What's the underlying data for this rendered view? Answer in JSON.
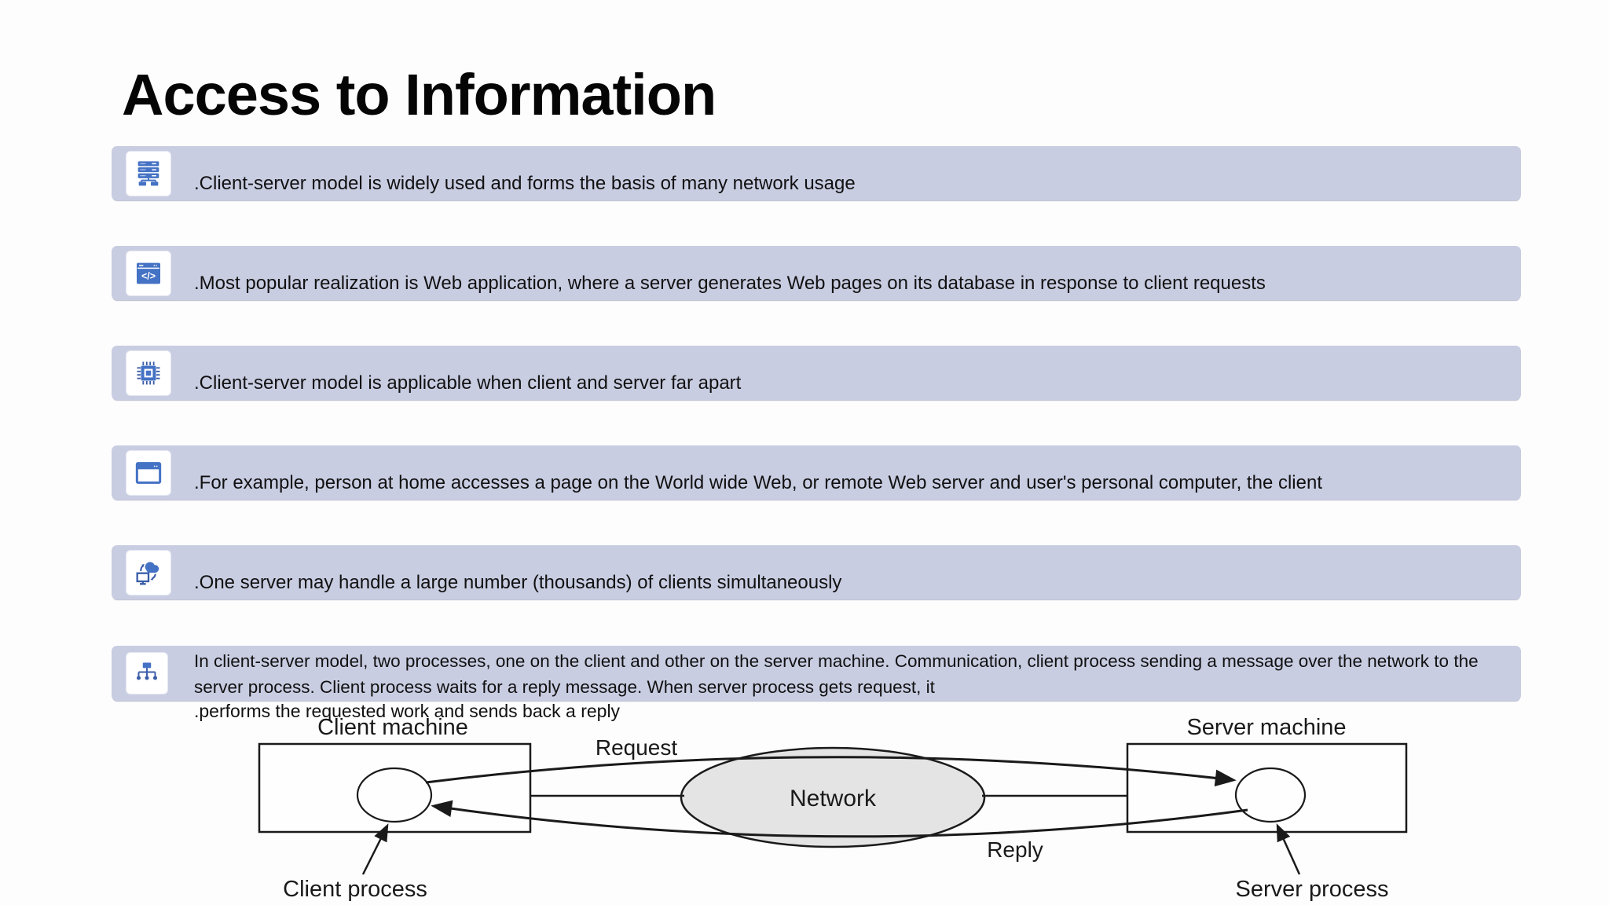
{
  "slide": {
    "title": "Access to Information",
    "colors": {
      "accent_blue": "#4472c4",
      "accent_blue_dark": "#3a5da8",
      "row_background": "#c9cde2",
      "network_fill": "#e4e4e4",
      "line_color": "#1a1a1a"
    }
  },
  "bullets": [
    {
      "icon": "server-stack-icon",
      "text": ".Client-server model is widely used and forms the basis of many network usage"
    },
    {
      "icon": "code-window-icon",
      "text": ".Most popular realization is Web application, where a server generates Web pages on its database in response to client requests"
    },
    {
      "icon": "cpu-chip-icon",
      "text": ".Client-server model is applicable when client and server far apart"
    },
    {
      "icon": "browser-window-icon",
      "text": ".For example, person at home accesses a page on the World wide Web, or remote Web server and user's personal computer, the client"
    },
    {
      "icon": "cloud-computer-icon",
      "text": ".One server may handle a large number (thousands) of clients simultaneously"
    },
    {
      "icon": "sitemap-icon",
      "text": "In client-server model, two processes, one on the client and other on the server machine. Communication, client process sending a message over the network to the server process. Client process waits for a reply message. When server process gets request, it",
      "overflow_text": ".performs the requested work and sends back a reply"
    }
  ],
  "diagram": {
    "client_machine_label": "Client machine",
    "server_machine_label": "Server machine",
    "network_label": "Network",
    "request_label": "Request",
    "reply_label": "Reply",
    "client_process_label": "Client process",
    "server_process_label": "Server process"
  }
}
